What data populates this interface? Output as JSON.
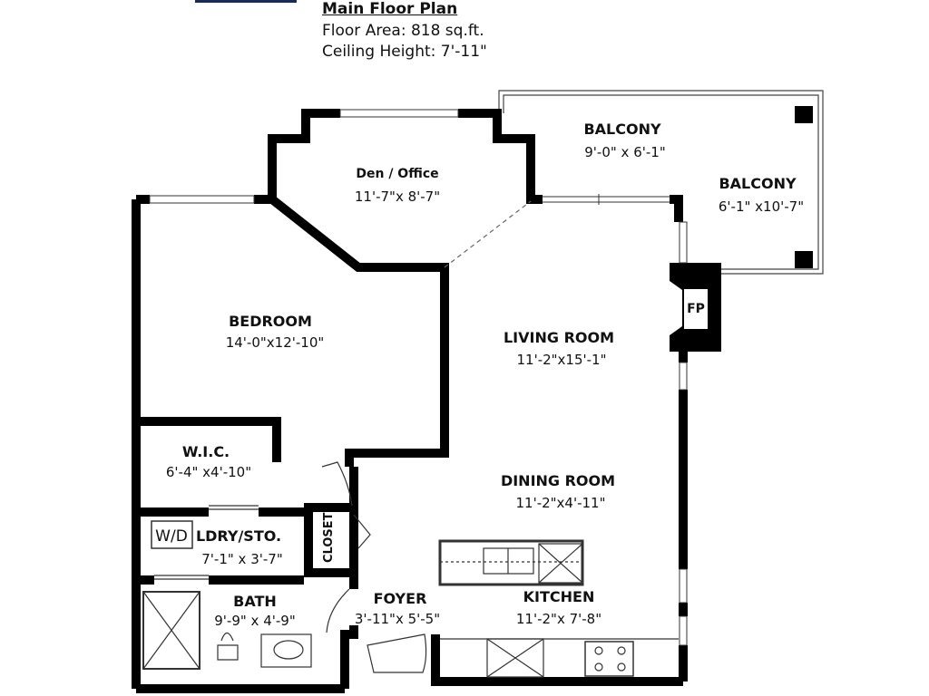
{
  "header": {
    "title": "Main Floor Plan",
    "floor_area": "Floor Area: 818 sq.ft.",
    "ceiling_height": "Ceiling Height: 7'-11\""
  },
  "rooms": {
    "balcony_main": {
      "name": "BALCONY",
      "dims": "9'-0\" x 6'-1\""
    },
    "balcony_side": {
      "name": "BALCONY",
      "dims": "6'-1\" x10'-7\""
    },
    "den": {
      "name": "Den / Office",
      "dims": "11'-7\"x 8'-7\""
    },
    "bedroom": {
      "name": "BEDROOM",
      "dims": "14'-0\"x12'-10\""
    },
    "living": {
      "name": "LIVING ROOM",
      "dims": "11'-2\"x15'-1\""
    },
    "wic": {
      "name": "W.I.C.",
      "dims": "6'-4\" x4'-10\""
    },
    "dining": {
      "name": "DINING ROOM",
      "dims": "11'-2\"x4'-11\""
    },
    "laundry": {
      "name": "LDRY/STO.",
      "dims": "7'-1\" x 3'-7\""
    },
    "closet": {
      "name": "CLOSET"
    },
    "bath": {
      "name": "BATH",
      "dims": "9'-9\" x 4'-9\""
    },
    "foyer": {
      "name": "FOYER",
      "dims": "3'-11\"x 5'-5\""
    },
    "kitchen": {
      "name": "KITCHEN",
      "dims": "11'-2\"x 7'-8\""
    }
  },
  "fixtures": {
    "fireplace": "FP",
    "washer_dryer": "W/D"
  },
  "colors": {
    "wall": "#000000",
    "line": "#333333",
    "header_rule": "#1b2a55"
  }
}
